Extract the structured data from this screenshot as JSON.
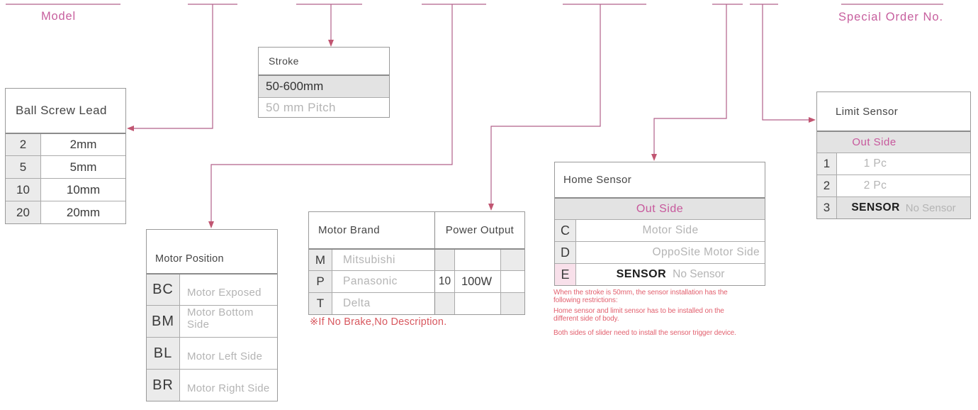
{
  "labels": {
    "model": "Model",
    "special_order": "Special Order No."
  },
  "colors": {
    "accent_pink": "#c75f9e",
    "connector_line": "#b2608a",
    "arrowhead": "#c15672",
    "note_red": "#d8585f",
    "note_pink": "#e2606e",
    "cell_gray": "#ebebeb",
    "row_gray": "#e3e3e3",
    "pink_cell": "#f8e0ea",
    "text_dark": "#3a3a3a",
    "text_light": "#b4b4b4"
  },
  "tables": {
    "ball_screw_lead": {
      "title": "Ball Screw Lead",
      "rows": [
        {
          "code": "2",
          "value": "2mm"
        },
        {
          "code": "5",
          "value": "5mm"
        },
        {
          "code": "10",
          "value": "10mm"
        },
        {
          "code": "20",
          "value": "20mm"
        }
      ]
    },
    "stroke": {
      "title": "Stroke",
      "range": "50-600mm",
      "pitch": "50 mm Pitch"
    },
    "motor_position": {
      "title": "Motor Position",
      "rows": [
        {
          "code": "BC",
          "value": "Motor Exposed"
        },
        {
          "code": "BM",
          "value": "Motor Bottom Side"
        },
        {
          "code": "BL",
          "value": "Motor Left Side"
        },
        {
          "code": "BR",
          "value": "Motor Right Side"
        }
      ]
    },
    "motor_brand": {
      "title": "Motor Brand",
      "power_title": "Power Output",
      "rows": [
        {
          "code": "M",
          "brand": "Mitsubishi",
          "power_code": "",
          "power_value": ""
        },
        {
          "code": "P",
          "brand": "Panasonic",
          "power_code": "10",
          "power_value": "100W"
        },
        {
          "code": "T",
          "brand": "Delta",
          "power_code": "",
          "power_value": ""
        }
      ]
    },
    "home_sensor": {
      "title": "Home Sensor",
      "outside": "Out Side",
      "rows": [
        {
          "code": "C",
          "value": "Motor Side"
        },
        {
          "code": "D",
          "value": "OppoSite Motor Side"
        },
        {
          "code": "E",
          "sensor_label": "SENSOR",
          "value": "No Sensor"
        }
      ]
    },
    "limit_sensor": {
      "title": "Limit Sensor",
      "outside": "Out Side",
      "rows": [
        {
          "code": "1",
          "value": "1 Pc"
        },
        {
          "code": "2",
          "value": "2 Pc"
        },
        {
          "code": "3",
          "sensor_label": "SENSOR",
          "value": "No Sensor"
        }
      ]
    }
  },
  "notes": {
    "no_brake": "※If No Brake,No Description.",
    "home_sensor": [
      "When the stroke is 50mm, the sensor installation has the following restrictions:",
      "Home sensor and limit sensor has to be installed on the different side of body.",
      "Both sides of slider need to install the sensor trigger device."
    ]
  }
}
